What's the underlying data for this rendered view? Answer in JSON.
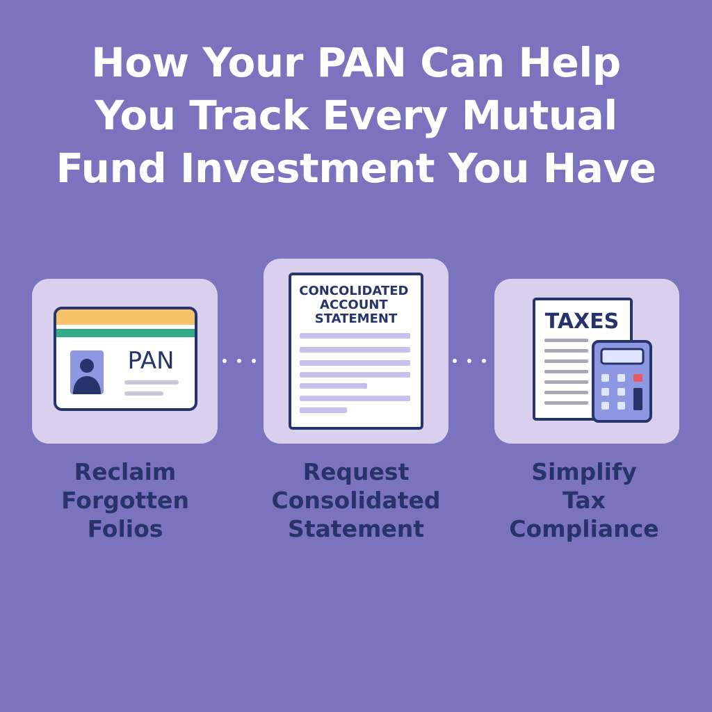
{
  "title": {
    "lines": [
      "How Your PAN Can Help",
      "You Track Every Mutual",
      "Fund Investment You Have"
    ]
  },
  "steps": [
    {
      "icon": "pan-card-icon",
      "card_text": "PAN",
      "caption": [
        "Reclaim",
        "Forgotten",
        "Folios"
      ]
    },
    {
      "icon": "statement-document-icon",
      "card_text": [
        "CONCOLIDATED",
        "ACCOUNT",
        "STATEMENT"
      ],
      "caption": [
        "Request",
        "Consolidated",
        "Statement"
      ]
    },
    {
      "icon": "taxes-calculator-icon",
      "card_text": "TAXES",
      "caption": [
        "Simplify",
        "Tax",
        "Compliance"
      ]
    }
  ],
  "colors": {
    "background": "#7b73be",
    "card": "#d8d0ec",
    "navy": "#27336b",
    "stripe_orange": "#f7c36a",
    "stripe_green": "#33ab8a",
    "calculator": "#8d97e2",
    "calc_red": "#e85a66"
  }
}
